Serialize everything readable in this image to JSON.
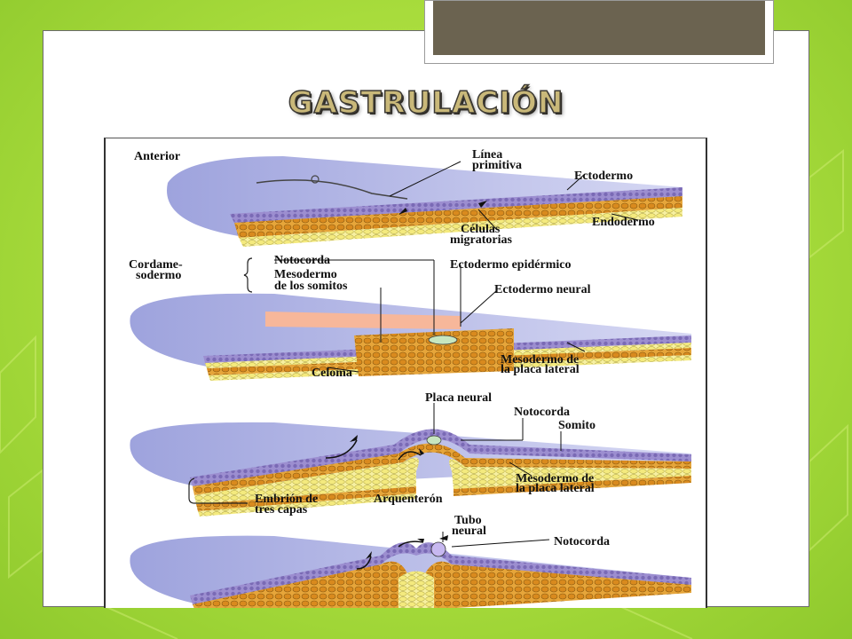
{
  "slide": {
    "title": "GASTRULACIÓN"
  },
  "diagram": {
    "panel1": {
      "anterior": "Anterior",
      "linea_1": "Línea",
      "linea_2": "primitiva",
      "ectodermo": "Ectodermo",
      "endodermo": "Endodermo",
      "celulas_1": "Células",
      "celulas_2": "migratorias"
    },
    "panel2": {
      "cordame_1": "Cordame-",
      "cordame_2": "sodermo",
      "notocorda": "Notocorda",
      "mesodermo_somitos_1": "Mesodermo",
      "mesodermo_somitos_2": "de los somitos",
      "ectodermo_epidermico": "Ectodermo epidérmico",
      "ectodermo_neural": "Ectodermo neural",
      "mesodermo_placa_1": "Mesodermo de",
      "mesodermo_placa_2": "la placa lateral",
      "celoma": "Celoma"
    },
    "panel3": {
      "placa_neural": "Placa neural",
      "notocorda": "Notocorda",
      "somito": "Somito",
      "mesodermo_placa_1": "Mesodermo de",
      "mesodermo_placa_2": "la placa lateral",
      "arquenteron": "Arquenterón",
      "embrion_1": "Embrión de",
      "embrion_2": "tres capas"
    },
    "panel4": {
      "tubo_1": "Tubo",
      "tubo_2": "neural",
      "notocorda": "Notocorda"
    },
    "colors": {
      "membrane": "#b7b9e6",
      "ectoderm": "#8d7fbf",
      "mesoderm": "#d9952e",
      "endoderm": "#f2eb8c",
      "pink": "#f7b79a",
      "notochord": "#c7e6c0"
    }
  }
}
